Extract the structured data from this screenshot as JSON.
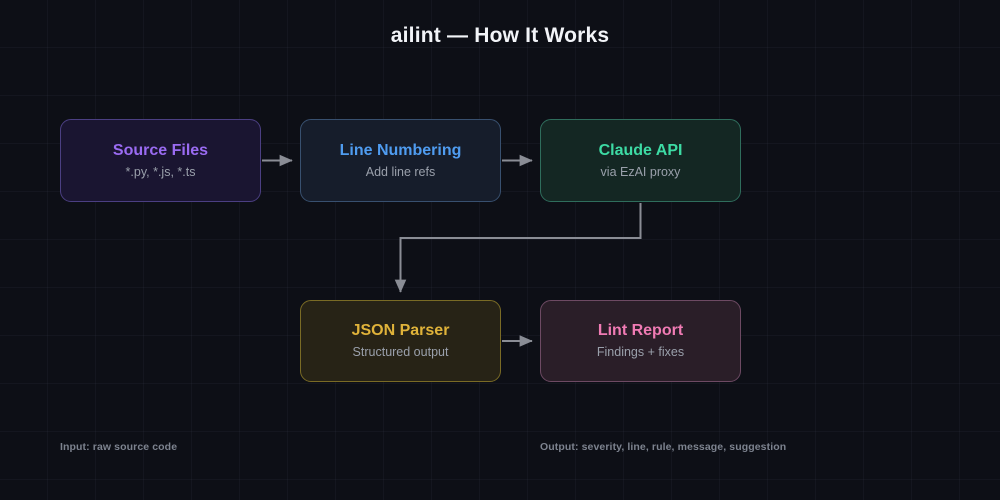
{
  "diagram": {
    "title": "ailint — How It Works",
    "accent_colors": {
      "source": "#9a6bf2",
      "line": "#4f9cf0",
      "claude": "#3ddba4",
      "json": "#e0b33a",
      "report": "#f07bb4",
      "arrow": "#8a8d95",
      "background": "#0d0f16"
    },
    "nodes": [
      {
        "id": "source",
        "title": "Source Files",
        "subtitle": "*.py, *.js, *.ts"
      },
      {
        "id": "line",
        "title": "Line Numbering",
        "subtitle": "Add line refs"
      },
      {
        "id": "claude",
        "title": "Claude API",
        "subtitle": "via EzAI proxy"
      },
      {
        "id": "json",
        "title": "JSON Parser",
        "subtitle": "Structured output"
      },
      {
        "id": "report",
        "title": "Lint Report",
        "subtitle": "Findings + fixes"
      }
    ],
    "footnotes": {
      "input": "Input: raw source code",
      "output": "Output: severity, line, rule, message, suggestion"
    }
  }
}
